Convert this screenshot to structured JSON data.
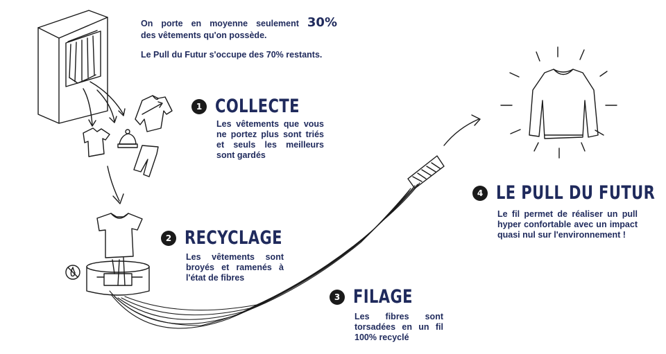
{
  "intro": {
    "line1_text": "On porte en moyenne seulement",
    "line1_highlight": "30%",
    "line2": "des vêtements qu'on possède.",
    "line3": "Le Pull du Futur s'occupe des 70% restants."
  },
  "steps": [
    {
      "number": "1",
      "title": "COLLECTE",
      "text": "Les vêtements que vous ne portez plus sont triés et seuls les meilleurs sont gardés"
    },
    {
      "number": "2",
      "title": "RECYCLAGE",
      "text": "Les vêtements sont broyés et ramenés à l'état de fibres"
    },
    {
      "number": "3",
      "title": "FILAGE",
      "text": "Les fibres sont torsadées en un fil 100% recyclé"
    },
    {
      "number": "4",
      "title": "LE PULL DU FUTUR",
      "text": "Le fil permet de réaliser un pull hyper confortable avec un impact quasi nul sur l'environnement !"
    }
  ],
  "icons": [
    "wardrobe-icon",
    "sweater-icon",
    "tshirt-icon",
    "beanie-icon",
    "trousers-icon",
    "shredder-icon",
    "no-water-icon",
    "spindle-icon",
    "pull-icon"
  ],
  "colors": {
    "ink": "#1f2a5c",
    "line": "#1a1a1a",
    "badge": "#1a1a1a"
  }
}
